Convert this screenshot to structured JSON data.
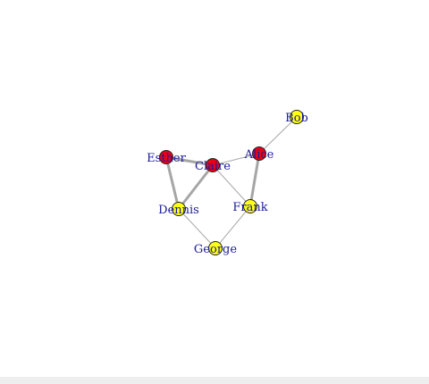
{
  "graph": {
    "colors": {
      "label": "#1a1a9a",
      "edge": "#a6a6a6",
      "node_stroke": "#222222",
      "red": "#e8001a",
      "yellow": "#ffff14"
    },
    "nodes": [
      {
        "id": "alice",
        "label": "Alice",
        "color": "red"
      },
      {
        "id": "bob",
        "label": "Bob",
        "color": "yellow"
      },
      {
        "id": "claire",
        "label": "Claire",
        "color": "red"
      },
      {
        "id": "dennis",
        "label": "Dennis",
        "color": "yellow"
      },
      {
        "id": "esther",
        "label": "Esther",
        "color": "red"
      },
      {
        "id": "frank",
        "label": "Frank",
        "color": "yellow"
      },
      {
        "id": "george",
        "label": "George",
        "color": "yellow"
      }
    ],
    "edges": [
      {
        "from": "alice",
        "to": "bob",
        "weight": 1
      },
      {
        "from": "alice",
        "to": "claire",
        "weight": 1
      },
      {
        "from": "alice",
        "to": "frank",
        "weight": 3
      },
      {
        "from": "claire",
        "to": "esther",
        "weight": 3
      },
      {
        "from": "claire",
        "to": "dennis",
        "weight": 3
      },
      {
        "from": "claire",
        "to": "frank",
        "weight": 1
      },
      {
        "from": "esther",
        "to": "dennis",
        "weight": 3
      },
      {
        "from": "dennis",
        "to": "george",
        "weight": 1
      },
      {
        "from": "frank",
        "to": "george",
        "weight": 1
      }
    ]
  }
}
